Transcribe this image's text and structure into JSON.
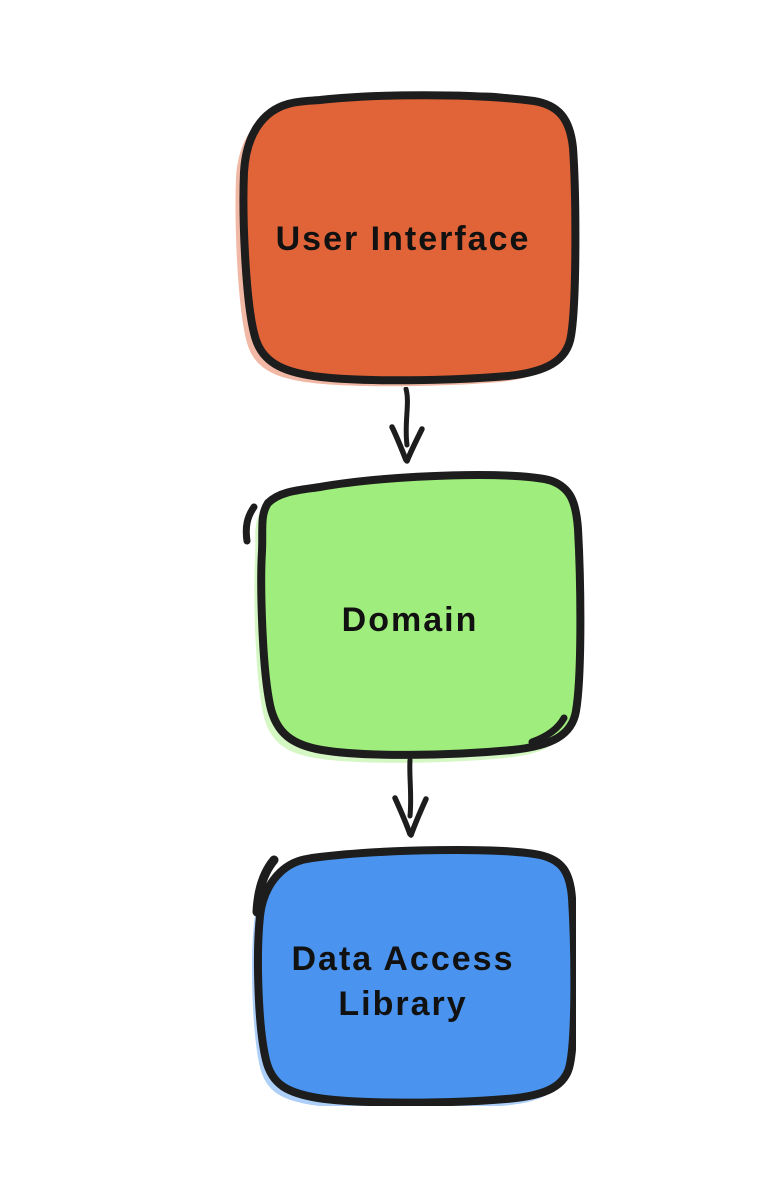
{
  "canvas": {
    "background": "#ffffff",
    "ink_color": "#1d1d1d",
    "text_color": "#111111"
  },
  "diagram": {
    "type": "flowchart",
    "direction": "top-down",
    "style": "hand-drawn-sketch",
    "nodes": [
      {
        "id": "user-interface",
        "label": "User Interface",
        "fill": "#E06438"
      },
      {
        "id": "domain",
        "label": "Domain",
        "fill": "#9FED7C"
      },
      {
        "id": "data-access-library",
        "label": "Data Access Library",
        "fill": "#4A94EF"
      }
    ],
    "edges": [
      {
        "from": "user-interface",
        "to": "domain",
        "style": "arrow-down"
      },
      {
        "from": "domain",
        "to": "data-access-library",
        "style": "arrow-down"
      }
    ]
  }
}
